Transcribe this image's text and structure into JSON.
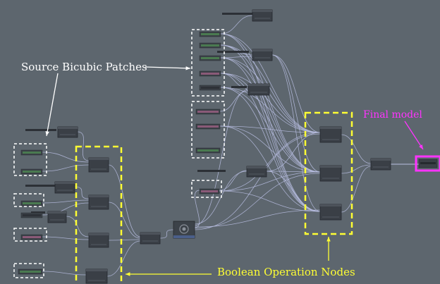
{
  "annotations": {
    "source_patches": "Source Bicubic Patches",
    "boolean_nodes": "Boolean Operation Nodes",
    "final_model": "Final model"
  },
  "colors": {
    "background": "#5d666e",
    "wire": "#b7bde0",
    "node_body": "#3a3f46",
    "box_white": "#ffffff",
    "box_yellow": "#ffff33",
    "box_magenta": "#ff33ff",
    "patch_green": "#4a7a50",
    "patch_pink": "#8a5a78"
  },
  "icons": {
    "render_node": "render-node-icon"
  }
}
